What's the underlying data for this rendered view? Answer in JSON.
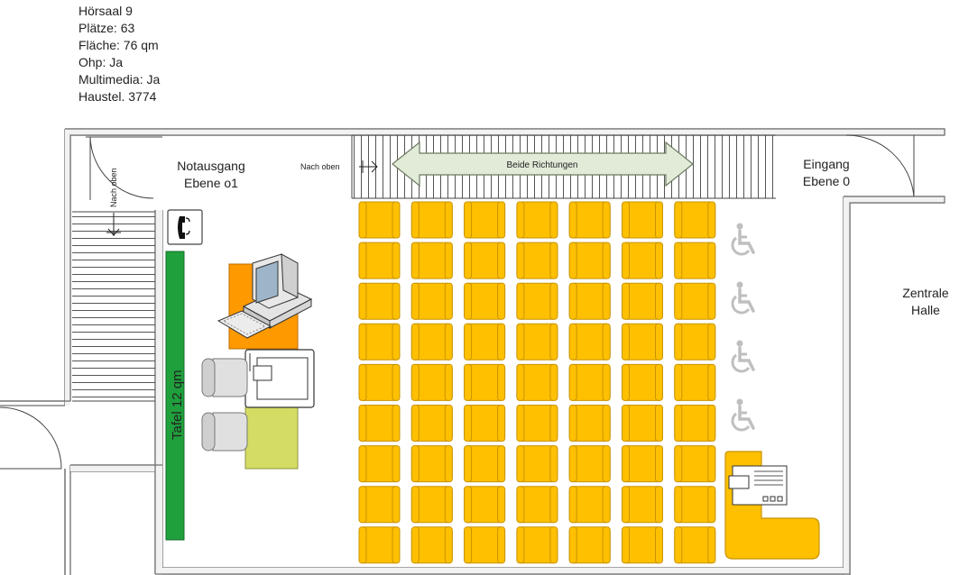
{
  "room_info": {
    "name": "Hörsaal 9",
    "seats": "Plätze: 63",
    "area": "Fläche: 76 qm",
    "ohp": "Ohp: Ja",
    "multimedia": "Multimedia: Ja",
    "phone": "Haustel. 3774"
  },
  "labels": {
    "emergency_exit_line1": "Notausgang",
    "emergency_exit_line2": "Ebene o1",
    "entrance_line1": "Eingang",
    "entrance_line2": "Ebene 0",
    "hall_line1": "Zentrale",
    "hall_line2": "Halle",
    "stairs_up_top": "Nach oben",
    "stairs_up_side": "Nach oben",
    "both_directions": "Beide Richtungen",
    "board": "Tafel 12 qm"
  },
  "seating": {
    "columns": 7,
    "rows": 9
  },
  "wheelchair_spaces": 4,
  "colors": {
    "seat": "#FFC000",
    "seat_stroke": "#C89400",
    "board": "#1FA03C",
    "desk_orange": "#FF9900",
    "desk_green": "#D4DC64",
    "lectern": "#FFC000",
    "wall": "#7A7A7A",
    "wheelchair": "#BFBFBF"
  }
}
